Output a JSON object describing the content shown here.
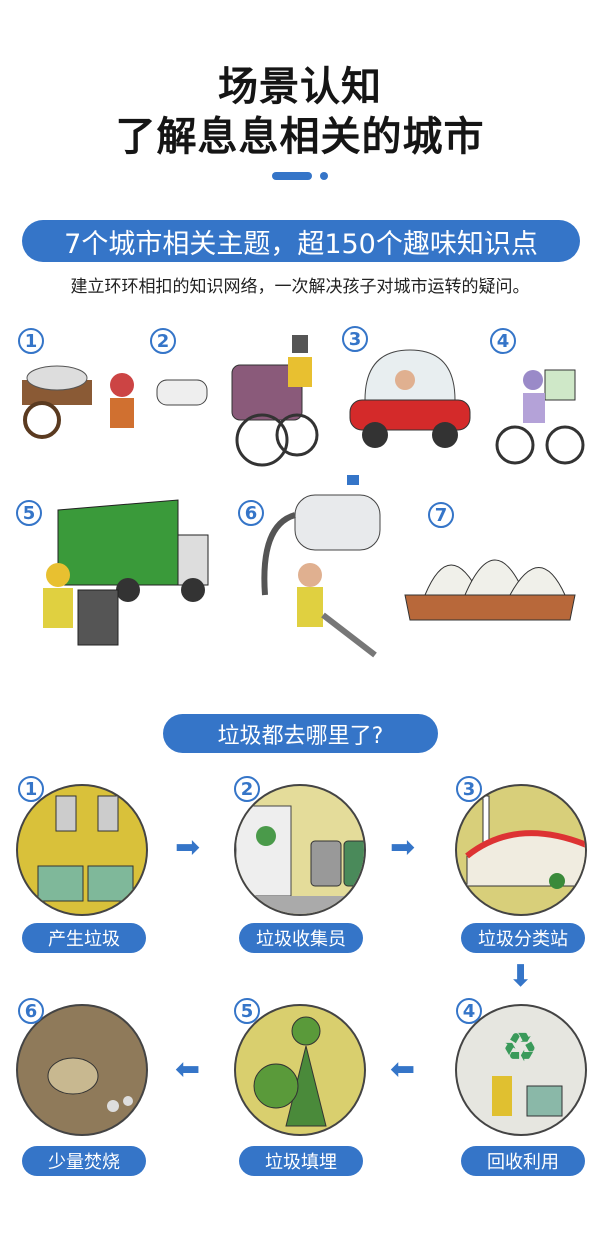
{
  "header": {
    "title_line1": "场景认知",
    "title_line2": "了解息息相关的城市"
  },
  "banner1": {
    "text": "7个城市相关主题，超150个趣味知识点"
  },
  "subtitle": "建立环环相扣的知识网络，一次解决孩子对城市运转的疑问。",
  "topics": [
    {
      "number": "1",
      "icon": "handcart"
    },
    {
      "number": "2",
      "icon": "horse-carriage"
    },
    {
      "number": "3",
      "icon": "red-car"
    },
    {
      "number": "4",
      "icon": "delivery-bicycle"
    },
    {
      "number": "5",
      "icon": "garbage-truck"
    },
    {
      "number": "6",
      "icon": "street-sweeper"
    },
    {
      "number": "7",
      "icon": "opera-house"
    }
  ],
  "banner2": {
    "text": "垃圾都去哪里了?"
  },
  "steps": [
    {
      "number": "1",
      "label": "产生垃圾",
      "color": "#d9c13a"
    },
    {
      "number": "2",
      "label": "垃圾收集员",
      "color": "#e4dc9a"
    },
    {
      "number": "3",
      "label": "垃圾分类站",
      "color": "#d8cf7a"
    },
    {
      "number": "4",
      "label": "回收利用",
      "color": "#e6e6e0"
    },
    {
      "number": "5",
      "label": "垃圾填埋",
      "color": "#d9cf6e"
    },
    {
      "number": "6",
      "label": "少量焚烧",
      "color": "#8f7a5a"
    }
  ],
  "accent": "#3575c8"
}
